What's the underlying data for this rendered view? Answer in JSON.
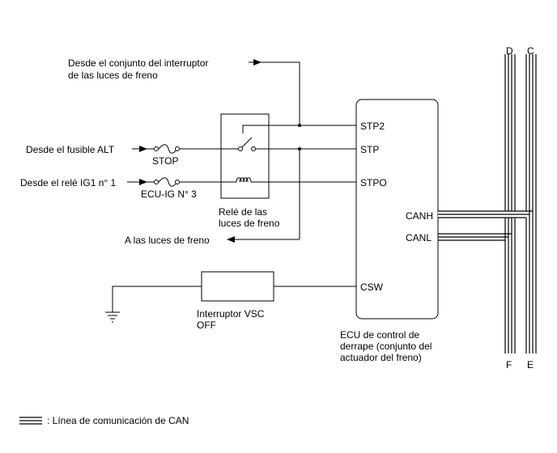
{
  "labels": {
    "from_brake_switch_line1": "Desde el conjunto del interruptor",
    "from_brake_switch_line2": "de las luces de freno",
    "from_fuse_alt": "Desde el fusible ALT",
    "from_relay_ig1": "Desde el relé IG1 n° 1",
    "fuse_stop": "STOP",
    "fuse_ecu_ig": "ECU-IG N° 3",
    "relay_line1": "Relé de las",
    "relay_line2": "luces de freno",
    "to_brake_lights": "A las luces de freno",
    "vsc_switch_line1": "Interruptor VSC",
    "vsc_switch_line2": "OFF",
    "ecu_line1": "ECU de control de",
    "ecu_line2": "derrape (conjunto del",
    "ecu_line3": "actuador del freno)"
  },
  "pins": {
    "stp2": "STP2",
    "stp": "STP",
    "stpo": "STPO",
    "canh": "CANH",
    "canl": "CANL",
    "csw": "CSW"
  },
  "bus_labels": {
    "d": "D",
    "c": "C",
    "f": "F",
    "e": "E"
  },
  "legend": {
    "can_line": ": Línea de comunicación de CAN"
  }
}
